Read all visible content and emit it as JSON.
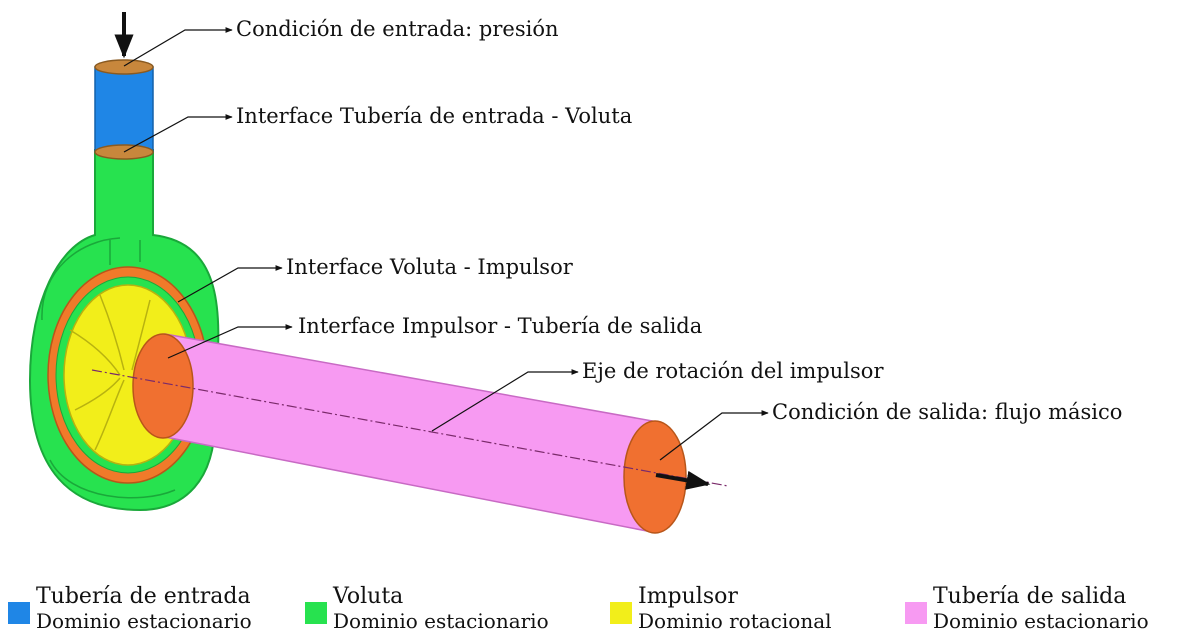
{
  "callouts": {
    "inlet_condition": "Condición de entrada: presión",
    "inlet_volute_interface": "Interface Tubería de entrada - Voluta",
    "volute_impeller_interface": "Interface Voluta - Impulsor",
    "impeller_outlet_interface": "Interface Impulsor - Tubería de salida",
    "rotation_axis": "Eje de rotación del impulsor",
    "outlet_condition": "Condición de salida: flujo másico"
  },
  "legend": [
    {
      "title": "Tubería de entrada",
      "subtitle": "Dominio estacionario",
      "color": "#1f86e6"
    },
    {
      "title": "Voluta",
      "subtitle": "Dominio estacionario",
      "color": "#27e24f"
    },
    {
      "title": "Impulsor",
      "subtitle": "Dominio rotacional",
      "color": "#f2ee1a"
    },
    {
      "title": "Tubería de salida",
      "subtitle": "Dominio estacionario",
      "color": "#f79af2"
    }
  ],
  "colors": {
    "inlet_pipe": "#1f86e6",
    "volute": "#27e24f",
    "impeller": "#f2ee1a",
    "outlet_pipe": "#f79af2",
    "interface": "#f07030",
    "inlet_face": "#c8873c"
  }
}
